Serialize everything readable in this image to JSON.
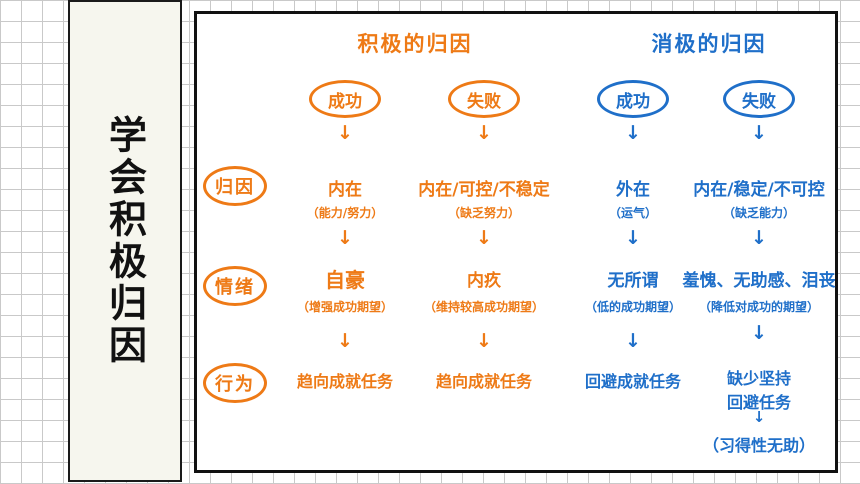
{
  "side": {
    "title": "学会积极归因"
  },
  "headings": {
    "positive": "积极的归因",
    "negative": "消极的归因"
  },
  "rows": {
    "attribution": "归因",
    "emotion": "情绪",
    "behavior": "行为"
  },
  "columns": [
    {
      "outcome": "成功",
      "attribution": "内在",
      "attribution_note": "（能力/努力）",
      "emotion": "自豪",
      "emotion_note": "（增强成功期望）",
      "behavior": "趋向成就任务"
    },
    {
      "outcome": "失败",
      "attribution": "内在/可控/不稳定",
      "attribution_note": "（缺乏努力）",
      "emotion": "内疚",
      "emotion_note": "（维持较高成功期望）",
      "behavior": "趋向成就任务"
    },
    {
      "outcome": "成功",
      "attribution": "外在",
      "attribution_note": "（运气）",
      "emotion": "无所谓",
      "emotion_note": "（低的成功期望）",
      "behavior": "回避成就任务"
    },
    {
      "outcome": "失败",
      "attribution": "内在/稳定/不可控",
      "attribution_note": "（缺乏能力）",
      "emotion": "羞愧、无助感、泪丧",
      "emotion_note": "（降低对成功的期望）",
      "behavior": "缺少坚持",
      "behavior_2": "回避任务",
      "behavior_3": "（习得性无助）"
    }
  ],
  "arrow_glyph": "↓",
  "colors": {
    "positive": "#ee7a16",
    "negative": "#1f6fc9"
  }
}
